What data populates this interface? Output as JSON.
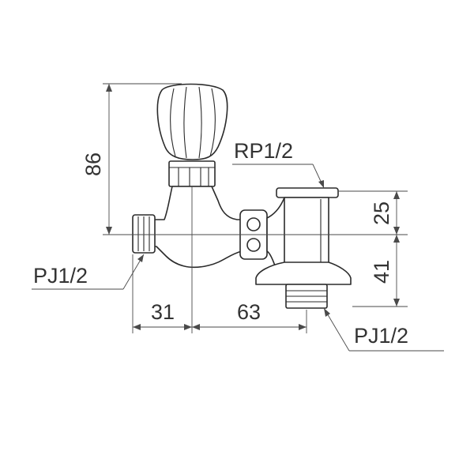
{
  "dimensions": {
    "height_overall": "86",
    "offset_left": "31",
    "offset_right": "63",
    "height_upper": "25",
    "height_lower": "41"
  },
  "threads": {
    "top_right": "RP1/2",
    "left_inlet": "PJ1/2",
    "bottom_outlet": "PJ1/2"
  },
  "colors": {
    "line": "#2b2b2b",
    "text": "#333333"
  }
}
